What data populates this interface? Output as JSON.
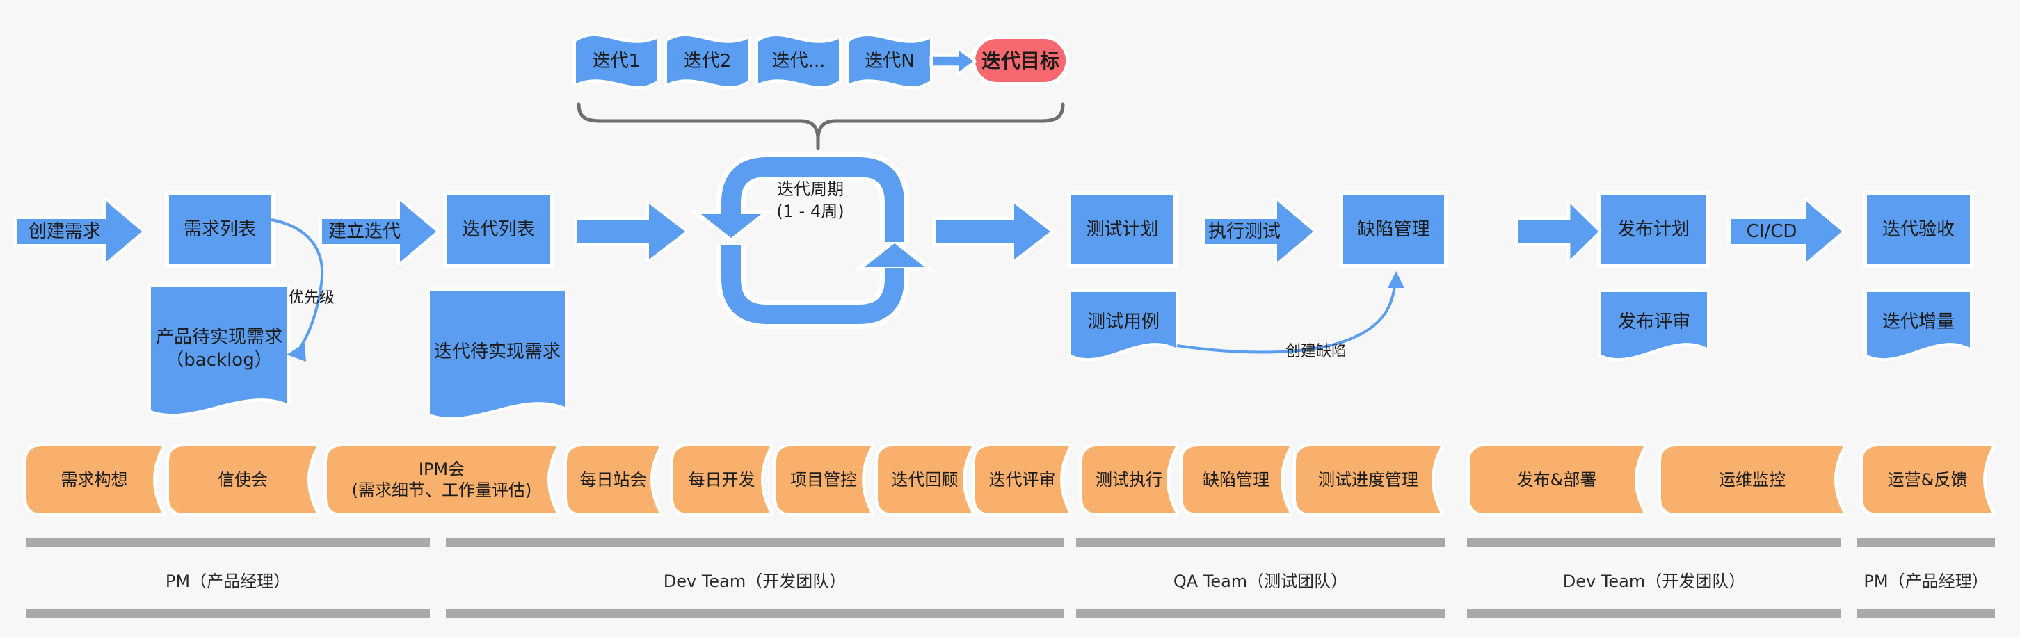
{
  "background": "#f7f7f8",
  "colors": {
    "node_blue": "#5b9df0",
    "activity_orange": "#f9b06c",
    "goal_red": "#f7696e",
    "lane_bar_gray": "#a9a9a9",
    "brace_gray": "#6e6e6e",
    "connector_blue": "#5b9df0",
    "text": "#1c1c1c"
  },
  "top_row": {
    "iterations": [
      {
        "label": "迭代1"
      },
      {
        "label": "迭代2"
      },
      {
        "label": "迭代..."
      },
      {
        "label": "迭代N"
      }
    ],
    "goal": {
      "label": "迭代目标"
    }
  },
  "flow": {
    "create_requirement_arrow": {
      "label": "创建需求"
    },
    "requirement_list": {
      "label": "需求列表"
    },
    "priority_connector": {
      "label": "优先级"
    },
    "product_backlog": {
      "line1": "产品待实现需求",
      "line2": "（backlog）"
    },
    "establish_iteration_arrow": {
      "label": "建立迭代"
    },
    "iteration_list": {
      "label": "迭代列表"
    },
    "iteration_backlog": {
      "label": "迭代待实现需求"
    },
    "iteration_cycle": {
      "line1": "迭代周期",
      "line2": "(1 - 4周)"
    },
    "test_plan": {
      "label": "测试计划"
    },
    "execute_test_arrow": {
      "label": "执行测试"
    },
    "defect_management": {
      "label": "缺陷管理"
    },
    "test_case": {
      "label": "测试用例"
    },
    "create_defect_connector": {
      "label": "创建缺陷"
    },
    "release_plan": {
      "label": "发布计划"
    },
    "cicd_arrow": {
      "label": "CI/CD"
    },
    "iteration_acceptance": {
      "label": "迭代验收"
    },
    "release_review": {
      "label": "发布评审"
    },
    "iteration_increment": {
      "label": "迭代增量"
    }
  },
  "activities": [
    {
      "label": "需求构想"
    },
    {
      "label": "信使会"
    },
    {
      "label": "IPM会",
      "sublabel": "(需求细节、工作量评估)"
    },
    {
      "label": "每日站会"
    },
    {
      "label": "每日开发"
    },
    {
      "label": "项目管控"
    },
    {
      "label": "迭代回顾"
    },
    {
      "label": "迭代评审"
    },
    {
      "label": "测试执行"
    },
    {
      "label": "缺陷管理"
    },
    {
      "label": "测试进度管理"
    },
    {
      "label": "发布&部署"
    },
    {
      "label": "运维监控"
    },
    {
      "label": "运营&反馈"
    }
  ],
  "lanes": [
    {
      "label": "PM（产品经理）"
    },
    {
      "label": "Dev Team（开发团队）"
    },
    {
      "label": "QA Team（测试团队）"
    },
    {
      "label": "Dev Team（开发团队）"
    },
    {
      "label": "PM（产品经理）"
    }
  ]
}
